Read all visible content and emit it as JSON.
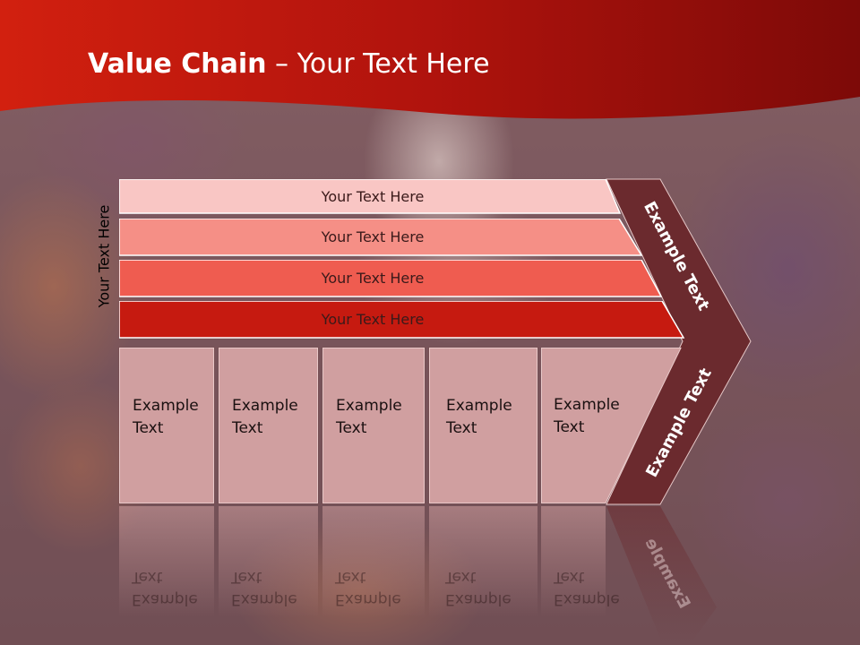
{
  "title": {
    "bold": "Value Chain",
    "rest": " – Your Text Here"
  },
  "side_label": "Your Text Here",
  "bars": [
    {
      "label": "Your Text Here",
      "fill": "#f9c6c4",
      "text_color": "#3a1a1a"
    },
    {
      "label": "Your Text Here",
      "fill": "#f58f86",
      "text_color": "#3a1a1a"
    },
    {
      "label": "Your Text Here",
      "fill": "#ef5c50",
      "text_color": "#3a1a1a"
    },
    {
      "label": "Your Text Here",
      "fill": "#c61a10",
      "text_color": "#3a1a1a"
    }
  ],
  "boxes": [
    {
      "line1": "Example",
      "line2": "Text"
    },
    {
      "line1": "Example",
      "line2": "Text"
    },
    {
      "line1": "Example",
      "line2": "Text"
    },
    {
      "line1": "Example",
      "line2": "Text"
    },
    {
      "line1": "Example",
      "line2": "Text"
    }
  ],
  "chevron": {
    "upper_label": "Example Text",
    "lower_label": "Example Text",
    "reflection_label": "Example",
    "fill": "#6b2a2e"
  },
  "colors": {
    "header_red": "#c0150c",
    "box_fill": "#d09fa0"
  }
}
